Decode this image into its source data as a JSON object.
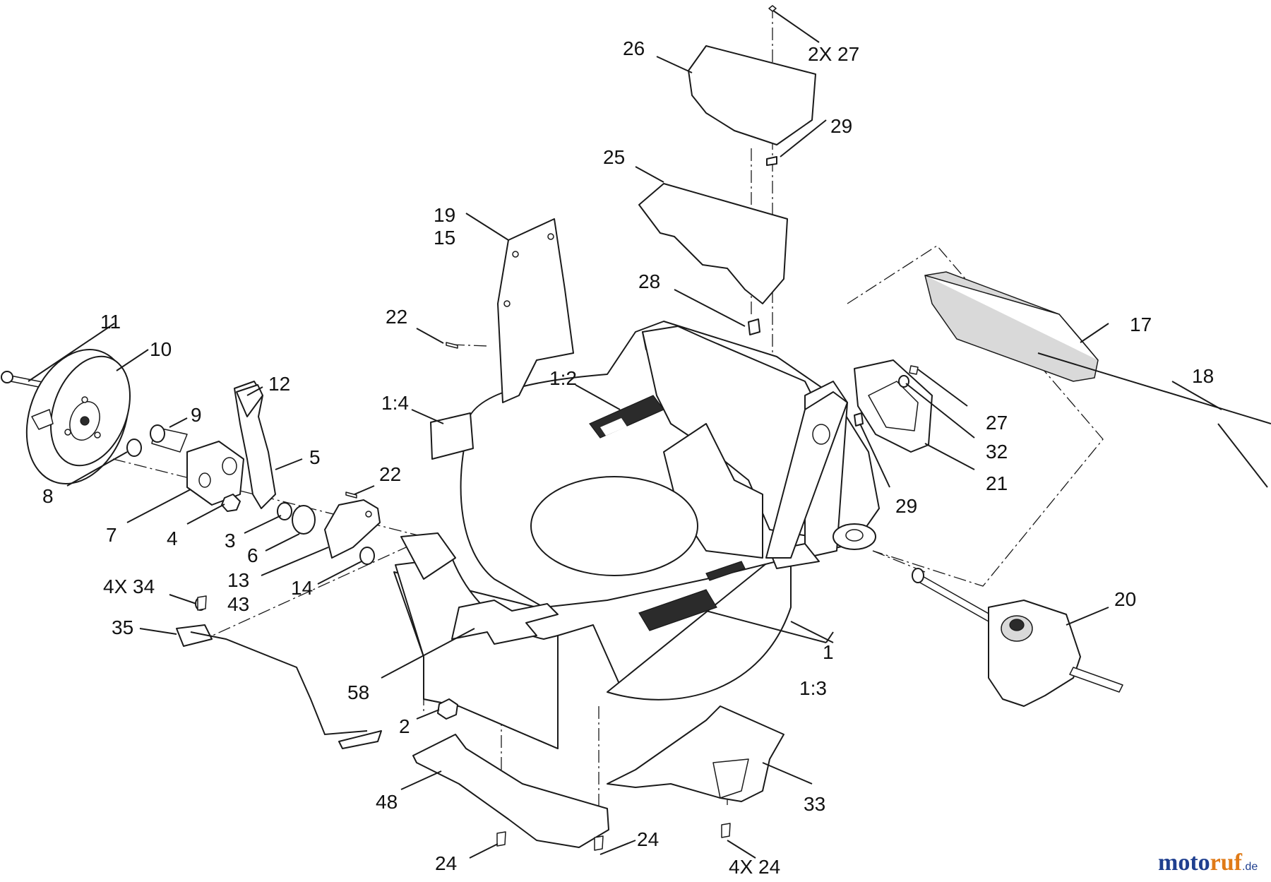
{
  "callouts": {
    "c1": "1",
    "c1_2": "1:2",
    "c1_3": "1:3",
    "c1_4": "1:4",
    "c2": "2",
    "c3": "3",
    "c4": "4",
    "c5": "5",
    "c6": "6",
    "c7": "7",
    "c8": "8",
    "c9": "9",
    "c10": "10",
    "c11": "11",
    "c12": "12",
    "c13": "13",
    "c14": "14",
    "c15": "15",
    "c17": "17",
    "c18": "18",
    "c19": "19",
    "c20": "20",
    "c21": "21",
    "c22a": "22",
    "c22b": "22",
    "c24a": "24",
    "c24b": "24",
    "c24c": "4X 24",
    "c25": "25",
    "c26": "26",
    "c27a": "2X 27",
    "c27b": "27",
    "c28": "28",
    "c29a": "29",
    "c29b": "29",
    "c32": "32",
    "c33": "33",
    "c34": "4X 34",
    "c35": "35",
    "c43": "43",
    "c48": "48",
    "c58": "58"
  },
  "watermark": {
    "part1": "moto",
    "part2": "ruf",
    "suffix": ".de"
  }
}
